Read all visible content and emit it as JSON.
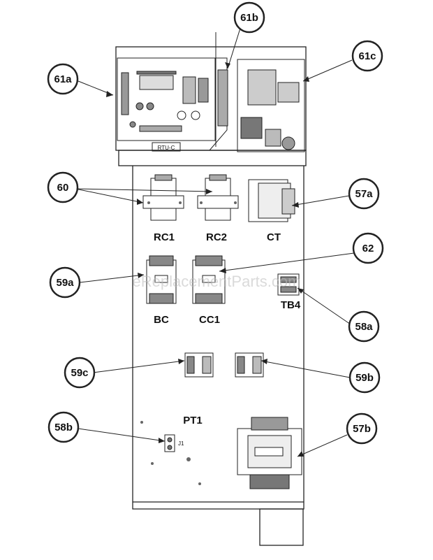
{
  "diagram": {
    "board_label": "RTU-C",
    "component_labels": {
      "rc1": "RC1",
      "rc2": "RC2",
      "ct": "CT",
      "bc": "BC",
      "cc1": "CC1",
      "tb4": "TB4",
      "pt1": "PT1",
      "j1": "J1"
    },
    "callouts": {
      "c61a": "61a",
      "c61b": "61b",
      "c61c": "61c",
      "c60": "60",
      "c57a": "57a",
      "c62": "62",
      "c59a": "59a",
      "c58a": "58a",
      "c59c": "59c",
      "c59b": "59b",
      "c58b": "58b",
      "c57b": "57b"
    },
    "watermark": "eReplacementParts.com"
  }
}
